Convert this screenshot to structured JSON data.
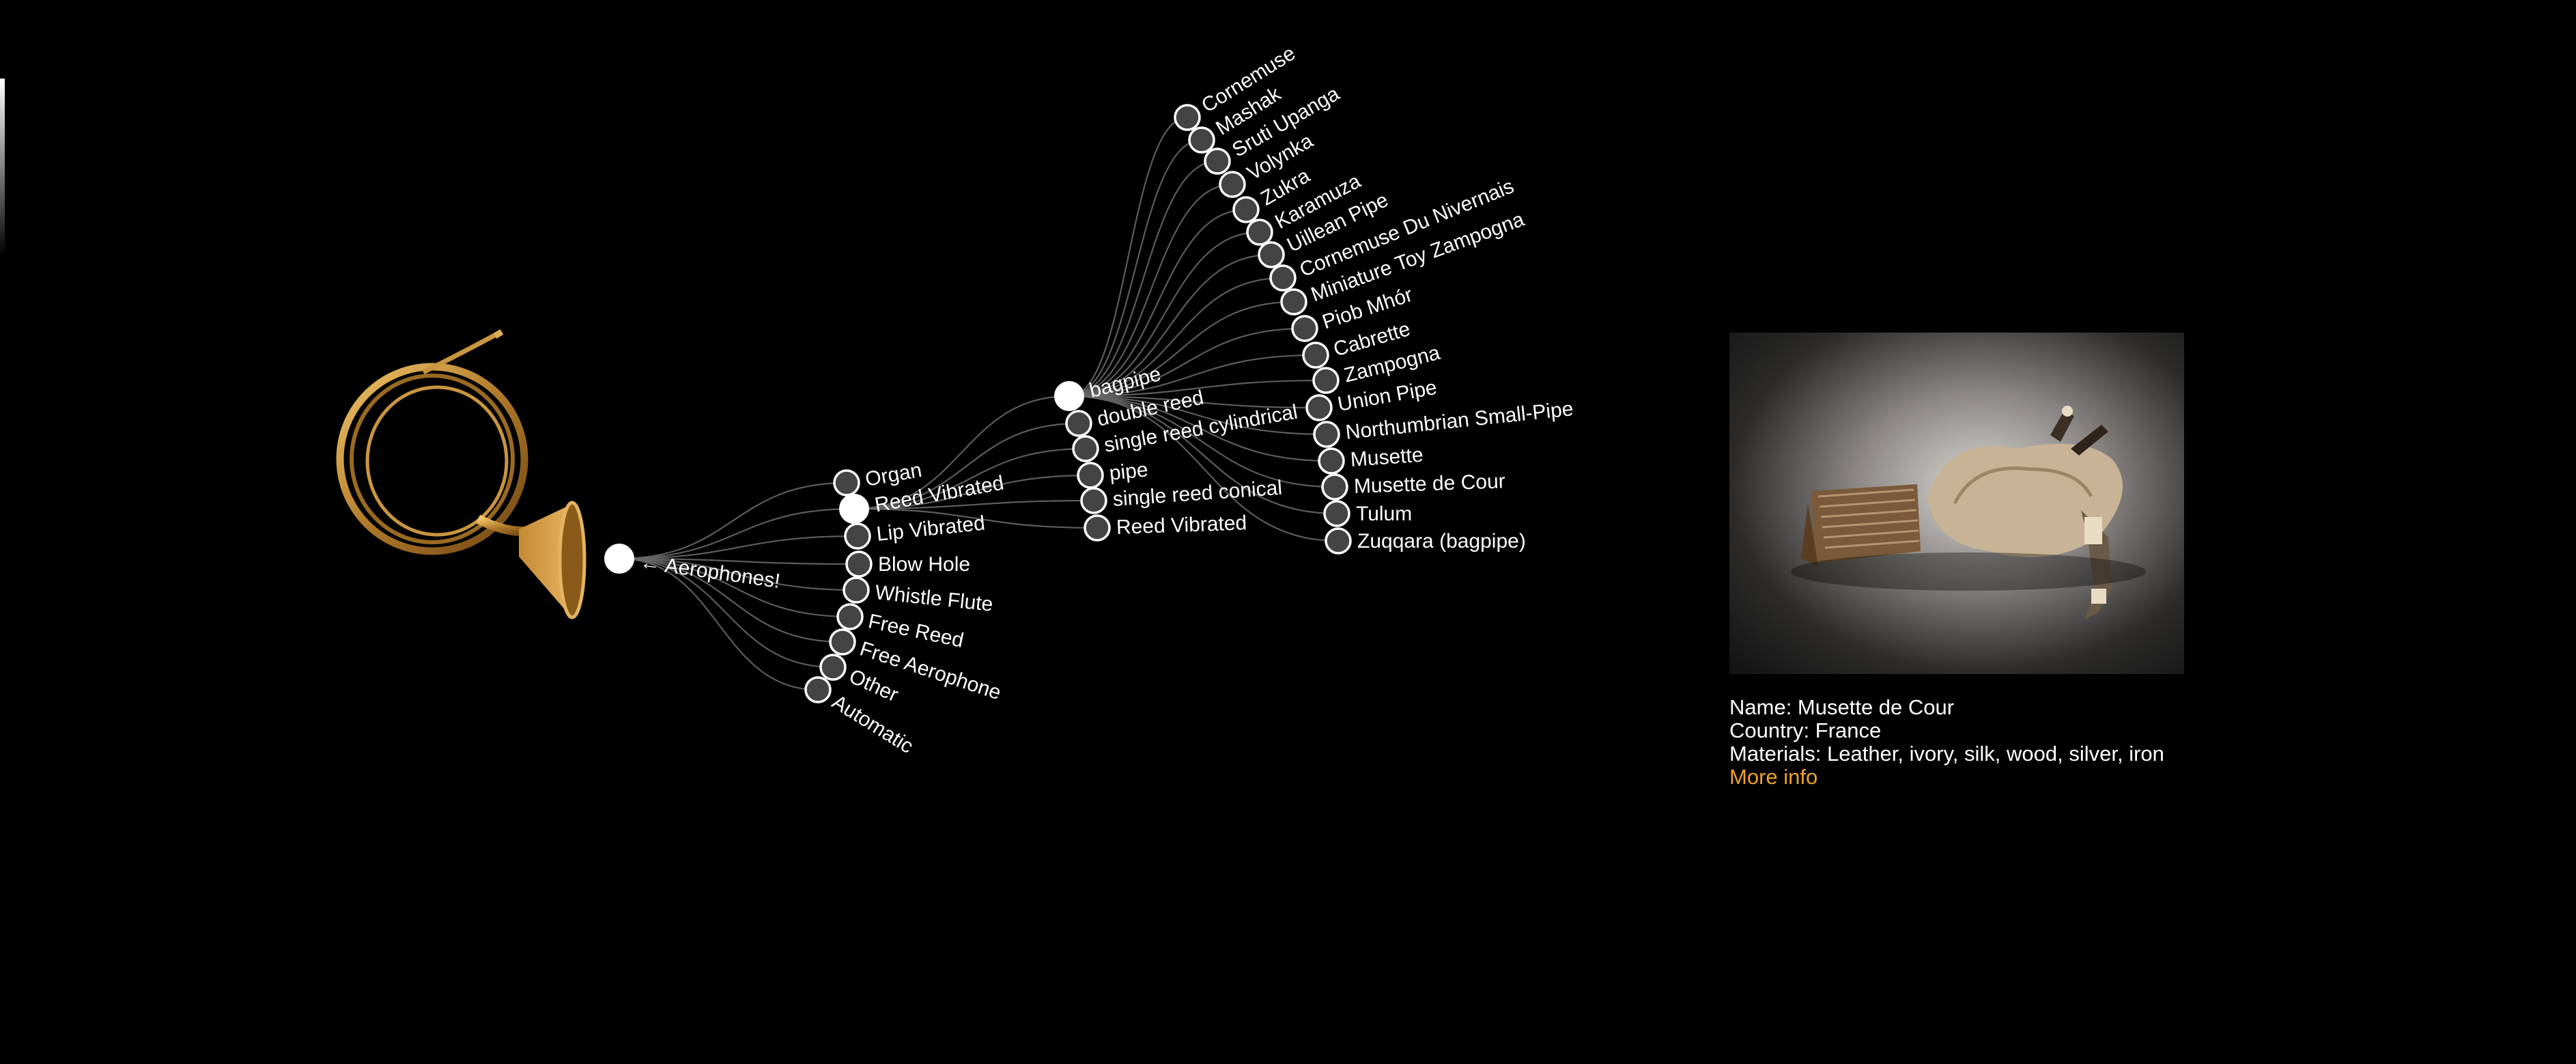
{
  "root": {
    "label": "← Aerophones!"
  },
  "categories": [
    "Organ",
    "Reed Vibrated",
    "Lip Vibrated",
    "Blow Hole",
    "Whistle Flute",
    "Free Reed",
    "Free Aerophone",
    "Other",
    "Automatic"
  ],
  "subcategories": [
    "bagpipe",
    "double reed",
    "single reed cylindrical",
    "pipe",
    "single reed conical",
    "Reed Vibrated"
  ],
  "instruments": [
    "Cornemuse",
    "Mashak",
    "Sruti Upanga",
    "Volynka",
    "Zukra",
    "Karamuza",
    "Uillean Pipe",
    "Cornemuse Du Nivernais",
    "Miniature Toy Zampogna",
    "Piob Mhór",
    "Cabrette",
    "Zampogna",
    "Union Pipe",
    "Northumbrian Small-Pipe",
    "Musette",
    "Musette de Cour",
    "Tulum",
    "Zuqqara (bagpipe)"
  ],
  "selected": {
    "category": "Reed Vibrated",
    "subcategory": "bagpipe"
  },
  "colors": {
    "background": "#000000",
    "node_fill": "#444444",
    "node_stroke": "#ffffff",
    "selected_fill": "#ffffff",
    "link": "#666666",
    "more_link": "#f0a030"
  },
  "info": {
    "image_icon": "bagpipe-photo",
    "name_line": "Name: Musette de Cour",
    "country_line": "Country: France",
    "materials_line": "Materials: Leather, ivory, silk, wood, silver, iron",
    "more_link": "More info"
  },
  "decor": {
    "horn_icon": "french-horn-image"
  }
}
